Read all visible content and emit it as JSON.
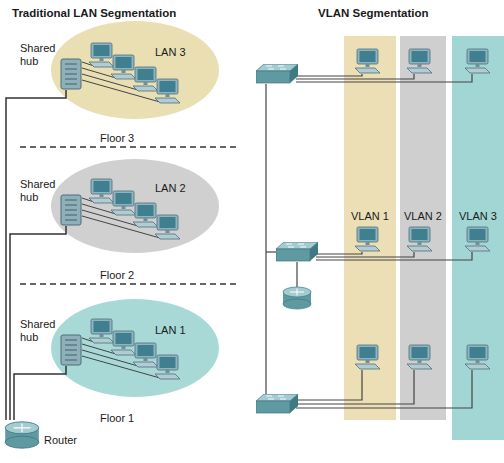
{
  "diagram": {
    "nodes": [
      {
        "text": [
          "LAN 3"
        ]
      },
      {
        "text": [
          "Shared hub"
        ]
      },
      {
        "text": [
          "LAN 2"
        ]
      },
      {
        "text": [
          "Shared hub"
        ]
      },
      {
        "text": [
          "LAN 1"
        ]
      },
      {
        "text": [
          "Shared hub"
        ]
      },
      {
        "text": [
          "Router"
        ]
      },
      {
        "text": [
          "VLAN 1"
        ]
      },
      {
        "text": [
          "VLAN 2"
        ]
      },
      {
        "text": [
          "VLAN 3"
        ]
      }
    ],
    "edges": [
      {
        "from": 1,
        "to": 6,
        "arrow": "none"
      },
      {
        "from": 3,
        "to": 6,
        "arrow": "none"
      },
      {
        "from": 5,
        "to": 6,
        "arrow": "none"
      }
    ],
    "labels": [
      "Traditional LAN Segmentation",
      "VLAN Segmentation",
      "Floor 3",
      "Floor 2",
      "Floor 1"
    ]
  }
}
